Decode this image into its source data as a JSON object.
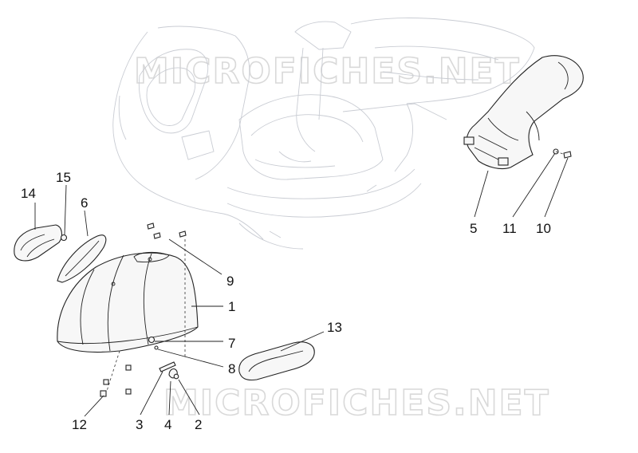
{
  "watermarks": {
    "top": "MICROFICHES.NET",
    "bottom": "MICROFICHES.NET"
  },
  "callouts": {
    "c1": "1",
    "c2": "2",
    "c3": "3",
    "c4": "4",
    "c5": "5",
    "c6": "6",
    "c7": "7",
    "c8": "8",
    "c9": "9",
    "c10": "10",
    "c11": "11",
    "c12": "12",
    "c13": "13",
    "c14": "14",
    "c15": "15"
  },
  "colors": {
    "ghost_outline": "#c9ccd3",
    "part_outline": "#222222",
    "watermark": "#d9d9d9"
  }
}
